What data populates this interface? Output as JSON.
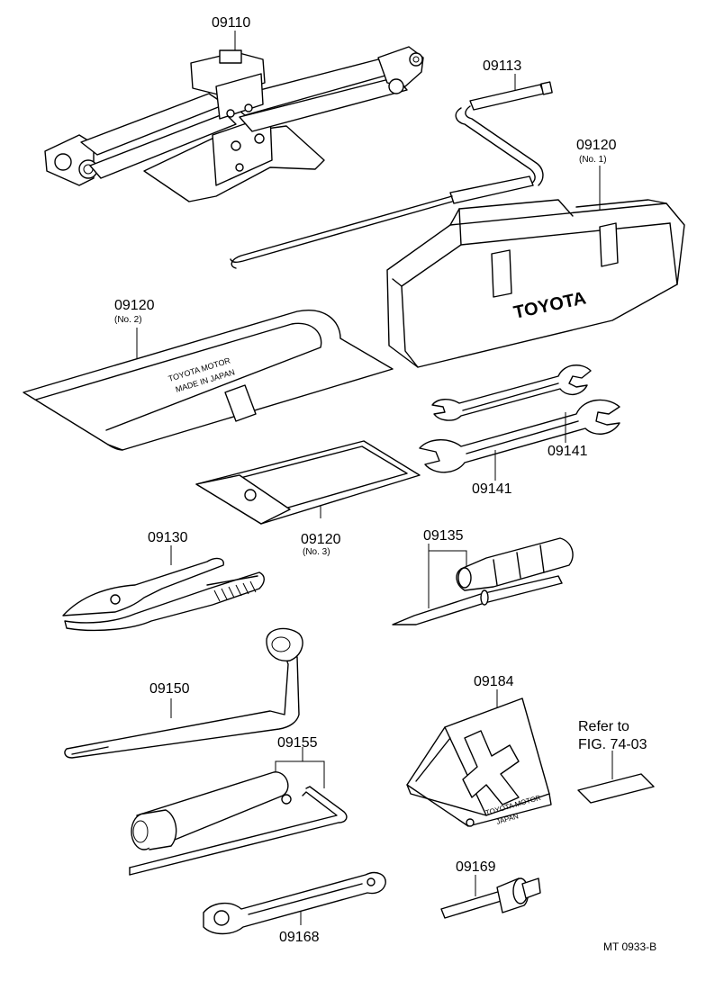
{
  "labels": {
    "jack": "09110",
    "jack_handle": "09113",
    "tool_bag_1": "09120",
    "tool_bag_1_sub": "(No. 1)",
    "tool_bag_2": "09120",
    "tool_bag_2_sub": "(No. 2)",
    "tool_bag_3": "09120",
    "tool_bag_3_sub": "(No. 3)",
    "wrench_upper": "09141",
    "wrench_lower": "09141",
    "pliers": "09130",
    "screwdriver": "09135",
    "lug_wrench": "09150",
    "chock": "09184",
    "bar_set": "09155",
    "adapter": "09169",
    "ratchet": "09168",
    "refer_line1": "Refer to",
    "refer_line2": "FIG. 74-03",
    "code": "MT  0933-B"
  },
  "imprints": {
    "bag1_brand": "TOYOTA",
    "bag2_line1": "TOYOTA MOTOR",
    "bag2_line2": "MADE IN JAPAN",
    "chock_line1": "TOYOTA MOTOR",
    "chock_line2": "JAPAN"
  }
}
